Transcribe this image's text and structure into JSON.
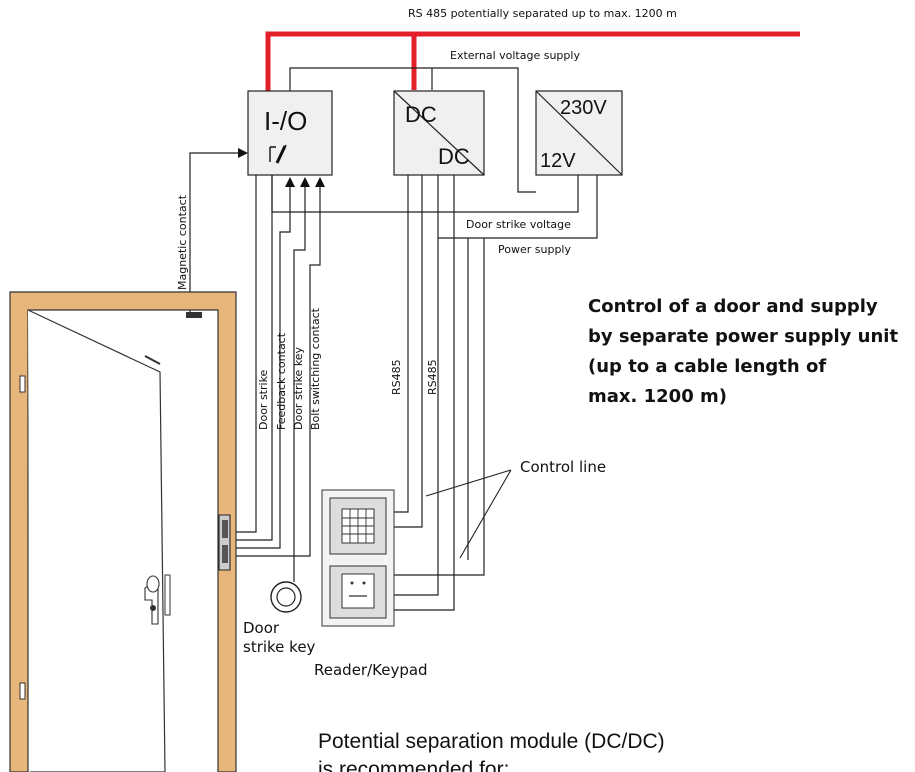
{
  "bus_label": "RS 485 potentially separated up to max. 1200 m",
  "external_voltage_label": "External voltage supply",
  "modules": {
    "io": "I-/O",
    "dc_in": "DC",
    "dc_out": "DC",
    "psu_in": "230V",
    "psu_out": "12V"
  },
  "wire_labels": {
    "door_strike_voltage": "Door strike voltage",
    "power_supply": "Power supply",
    "magnetic_contact": "Magnetic contact",
    "door_strike": "Door strike",
    "feedback_contact": "Feedback contact",
    "door_strike_key": "Door strike key",
    "bolt_switching_contact": "Bolt switching contact",
    "rs485_a": "RS485",
    "rs485_b": "RS485",
    "control_line": "Control line"
  },
  "device_labels": {
    "door_strike_key_line1": "Door",
    "door_strike_key_line2": "strike key",
    "reader_keypad": "Reader/Keypad"
  },
  "heading": {
    "line1": "Control of a door and supply",
    "line2": "by separate power supply unit",
    "line3": "(up to a cable length of",
    "line4": "max. 1200 m)"
  },
  "note": {
    "line1": "Potential separation module (DC/DC)",
    "line2": "is recommended for:"
  },
  "colors": {
    "bus": "#e3202a",
    "door_frame": "#e8b57a",
    "module_fill": "#f0f0f0"
  }
}
